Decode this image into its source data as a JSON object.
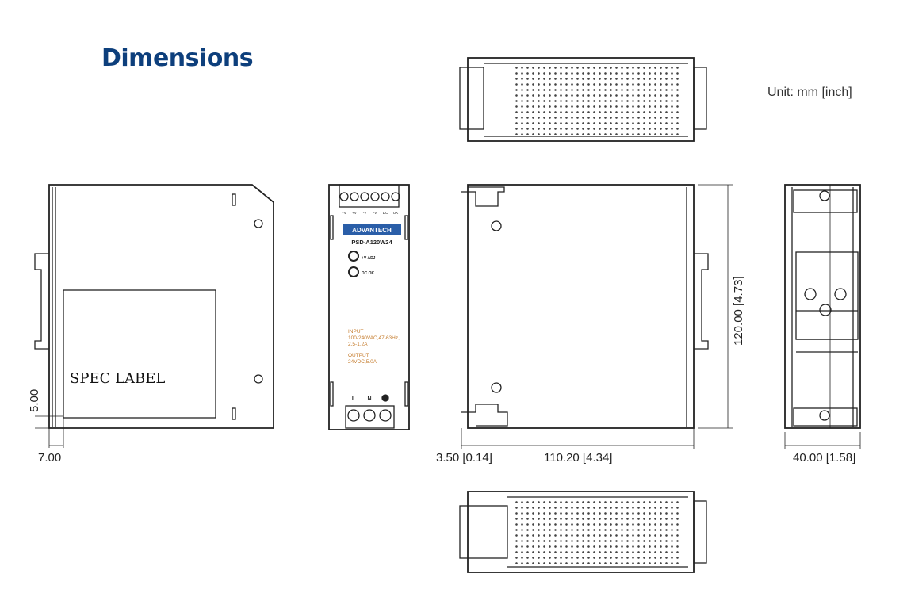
{
  "title": "Dimensions",
  "unit": "Unit: mm  [inch]",
  "left_view": {
    "spec_label": "SPEC LABEL",
    "dim_vertical": "5.00",
    "dim_horizontal": "7.00"
  },
  "front_view": {
    "terminals_top": [
      "+V",
      "+V",
      "-V",
      "-V",
      "DC",
      "OK"
    ],
    "brand": "ADVANTECH",
    "model": "PSD-A120W24",
    "adj_label": "+V ADJ",
    "dcok_label": "DC OK",
    "input_title": "INPUT",
    "input_line1": "100-240VAC,47-63Hz,",
    "input_line2": "2.5-1.2A",
    "output_title": "OUTPUT",
    "output_line1": "24VDC,5.0A",
    "terminals_bottom": [
      "L",
      "N"
    ],
    "brand_color": "#2a5ea8"
  },
  "side_view": {
    "dim_height": "120.00 [4.73]",
    "dim_offset": "3.50 [0.14]",
    "dim_depth": "110.20 [4.34]"
  },
  "right_view": {
    "dim_width": "40.00 [1.58]"
  }
}
